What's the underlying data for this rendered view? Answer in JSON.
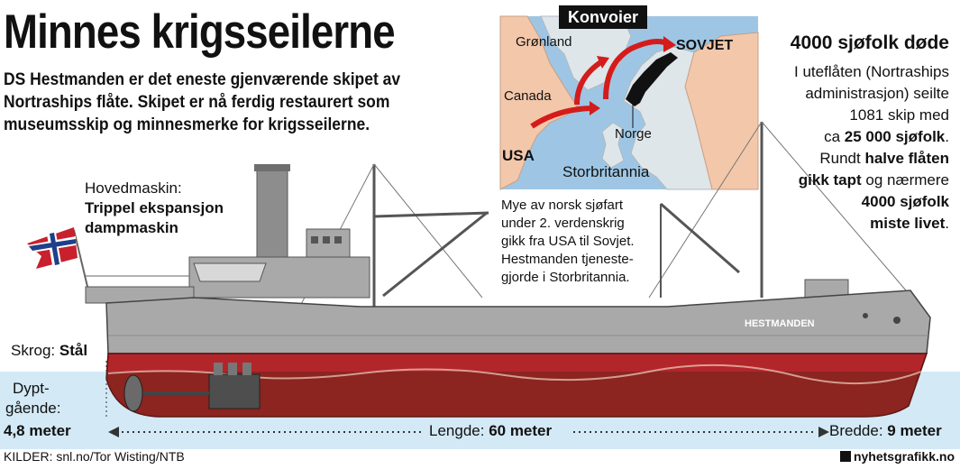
{
  "title": "Minnes krigsseilerne",
  "intro": [
    "DS Hestmanden er det eneste gjenværende skipet av",
    "Nortraships flåte. Skipet er nå ferdig restaurert som",
    "museumsskip og minnesmerke for krigsseilerne."
  ],
  "map": {
    "badge": "Konvoier",
    "labels": {
      "greenland": "Grønland",
      "canada": "Canada",
      "usa": "USA",
      "soviet": "SOVJET",
      "norway": "Norge",
      "britain": "Storbritannia"
    },
    "colors": {
      "sea": "#9ec6e4",
      "land_highlight": "#f3c7aa",
      "land": "#dfe6ea",
      "route": "#d41c1c"
    }
  },
  "stats": {
    "heading": "4000 sjøfolk døde",
    "lines": [
      {
        "plain_before": "I uteflåten (Nortraships",
        "bold": "",
        "plain_after": ""
      },
      {
        "plain_before": "administrasjon) seilte",
        "bold": "",
        "plain_after": ""
      },
      {
        "plain_before": "1081 skip med",
        "bold": "",
        "plain_after": ""
      },
      {
        "plain_before": "ca ",
        "bold": "25 000 sjøfolk",
        "plain_after": "."
      },
      {
        "plain_before": "Rundt ",
        "bold": "halve flåten",
        "plain_after": ""
      },
      {
        "plain_before": "",
        "bold": "gikk tapt",
        "plain_after": " og nærmere"
      },
      {
        "plain_before": "",
        "bold": "4000 sjøfolk",
        "plain_after": ""
      },
      {
        "plain_before": "",
        "bold": "miste livet",
        "plain_after": "."
      }
    ]
  },
  "route_note": [
    "Mye av norsk sjøfart",
    "under 2. verdenskrig",
    "gikk fra USA til Sovjet.",
    "Hestmanden tjeneste-",
    "gjorde i Storbritannia."
  ],
  "engine": {
    "caption": "Hovedmaskin:",
    "value_lines": [
      "Trippel ekspansjon",
      "dampmaskin"
    ]
  },
  "hull": {
    "label": "Skrog: ",
    "value": "Stål"
  },
  "draft": {
    "label_lines": [
      "Dypt-",
      "gående:"
    ],
    "value": "4,8 meter"
  },
  "length": {
    "label": "Lengde: ",
    "value": "60 meter"
  },
  "beam": {
    "label": "Bredde: ",
    "value": "9 meter"
  },
  "ship": {
    "name": "HESTMANDEN",
    "colors": {
      "hull_gray": "#a9a9a9",
      "hull_red": "#b2262b",
      "water": "#cfe6f4"
    }
  },
  "footer": {
    "sources": "KILDER: snl.no/Tor Wisting/NTB",
    "brand": "nyhetsgrafikk.no"
  }
}
